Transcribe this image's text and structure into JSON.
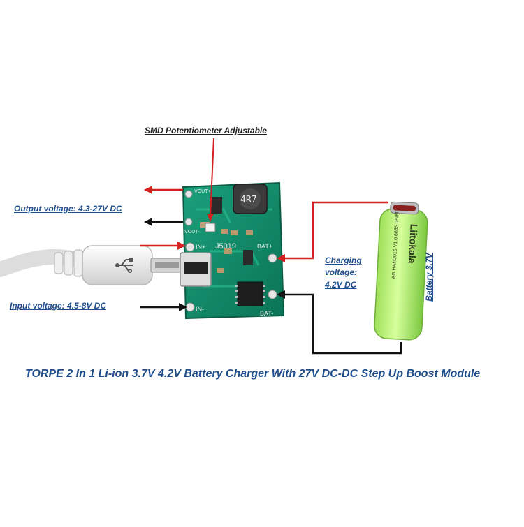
{
  "labels": {
    "potentiometer": "SMD Potentiometer Adjustable",
    "output_voltage": "Output voltage: 4.3-27V DC",
    "input_voltage": "Input voltage: 4.5-8V DC",
    "charging_line1": "Charging",
    "charging_line2": "voltage:",
    "charging_line3": "4.2V DC",
    "battery": "Battery 3.7V",
    "title": "TORPE 2 In 1 Li-ion 3.7V 4.2V Battery Charger With 27V DC-DC Step Up Boost Module"
  },
  "board": {
    "inductor_code": "4R7",
    "chip_label": "J5019",
    "pad_in_plus": "IN+",
    "pad_in_minus": "IN-",
    "pad_bat_plus": "BAT+",
    "pad_bat_minus": "BAT-",
    "pad_vout_plus": "VOUT+",
    "pad_vout_minus": "VOUT-"
  },
  "battery_cell": {
    "brand": "Liitokala",
    "model_line": "AG\u0002 HAM2015 V1.0 668S1P9MI"
  },
  "colors": {
    "label_blue": "#1f4e8c",
    "wire_red": "#d42020",
    "wire_black": "#111111",
    "pcb_green": "#0f8a6a",
    "battery_green": "#b8f070"
  }
}
